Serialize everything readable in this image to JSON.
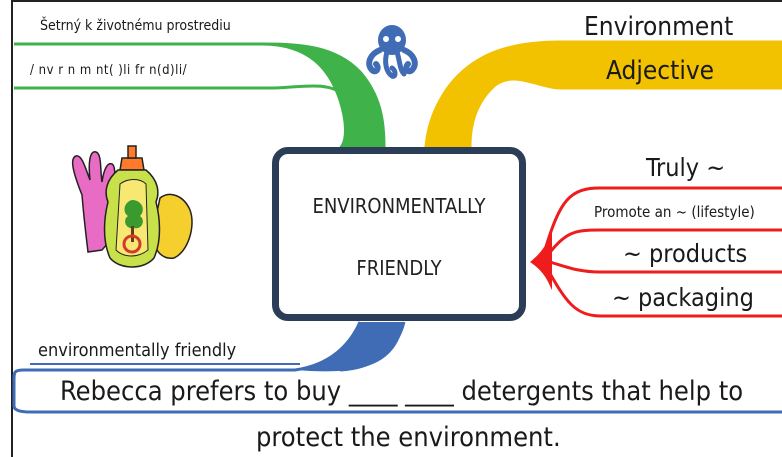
{
  "central_topic": {
    "line1": "ENVIRONMENTALLY",
    "line2": "FRIENDLY"
  },
  "branches": {
    "green": {
      "color": "#3fb24a",
      "translation": "Šetrný k životnému prostrediu",
      "pronunciation": "/  nv     r  n  m  nt(  )li   fr   n(d)li/"
    },
    "yellow": {
      "color": "#f2c200",
      "word_family": "Environment",
      "part_of_speech": "Adjective"
    },
    "red": {
      "color": "#ee1c1c",
      "collocations": [
        "Truly ~",
        "Promote an ~ (lifestyle)",
        "~ products",
        "~ packaging"
      ]
    },
    "blue": {
      "color": "#3f6cb4",
      "label": "environmentally friendly",
      "example_line1": "Rebecca prefers to buy ____ ____ detergents that help to",
      "example_line2": "protect the environment."
    }
  },
  "logo": {
    "icon": "octopus-icon",
    "color": "#3f6cb4"
  },
  "illustration": {
    "icon": "cleaning-supplies-icon"
  },
  "frame_color": "#2c3e57"
}
